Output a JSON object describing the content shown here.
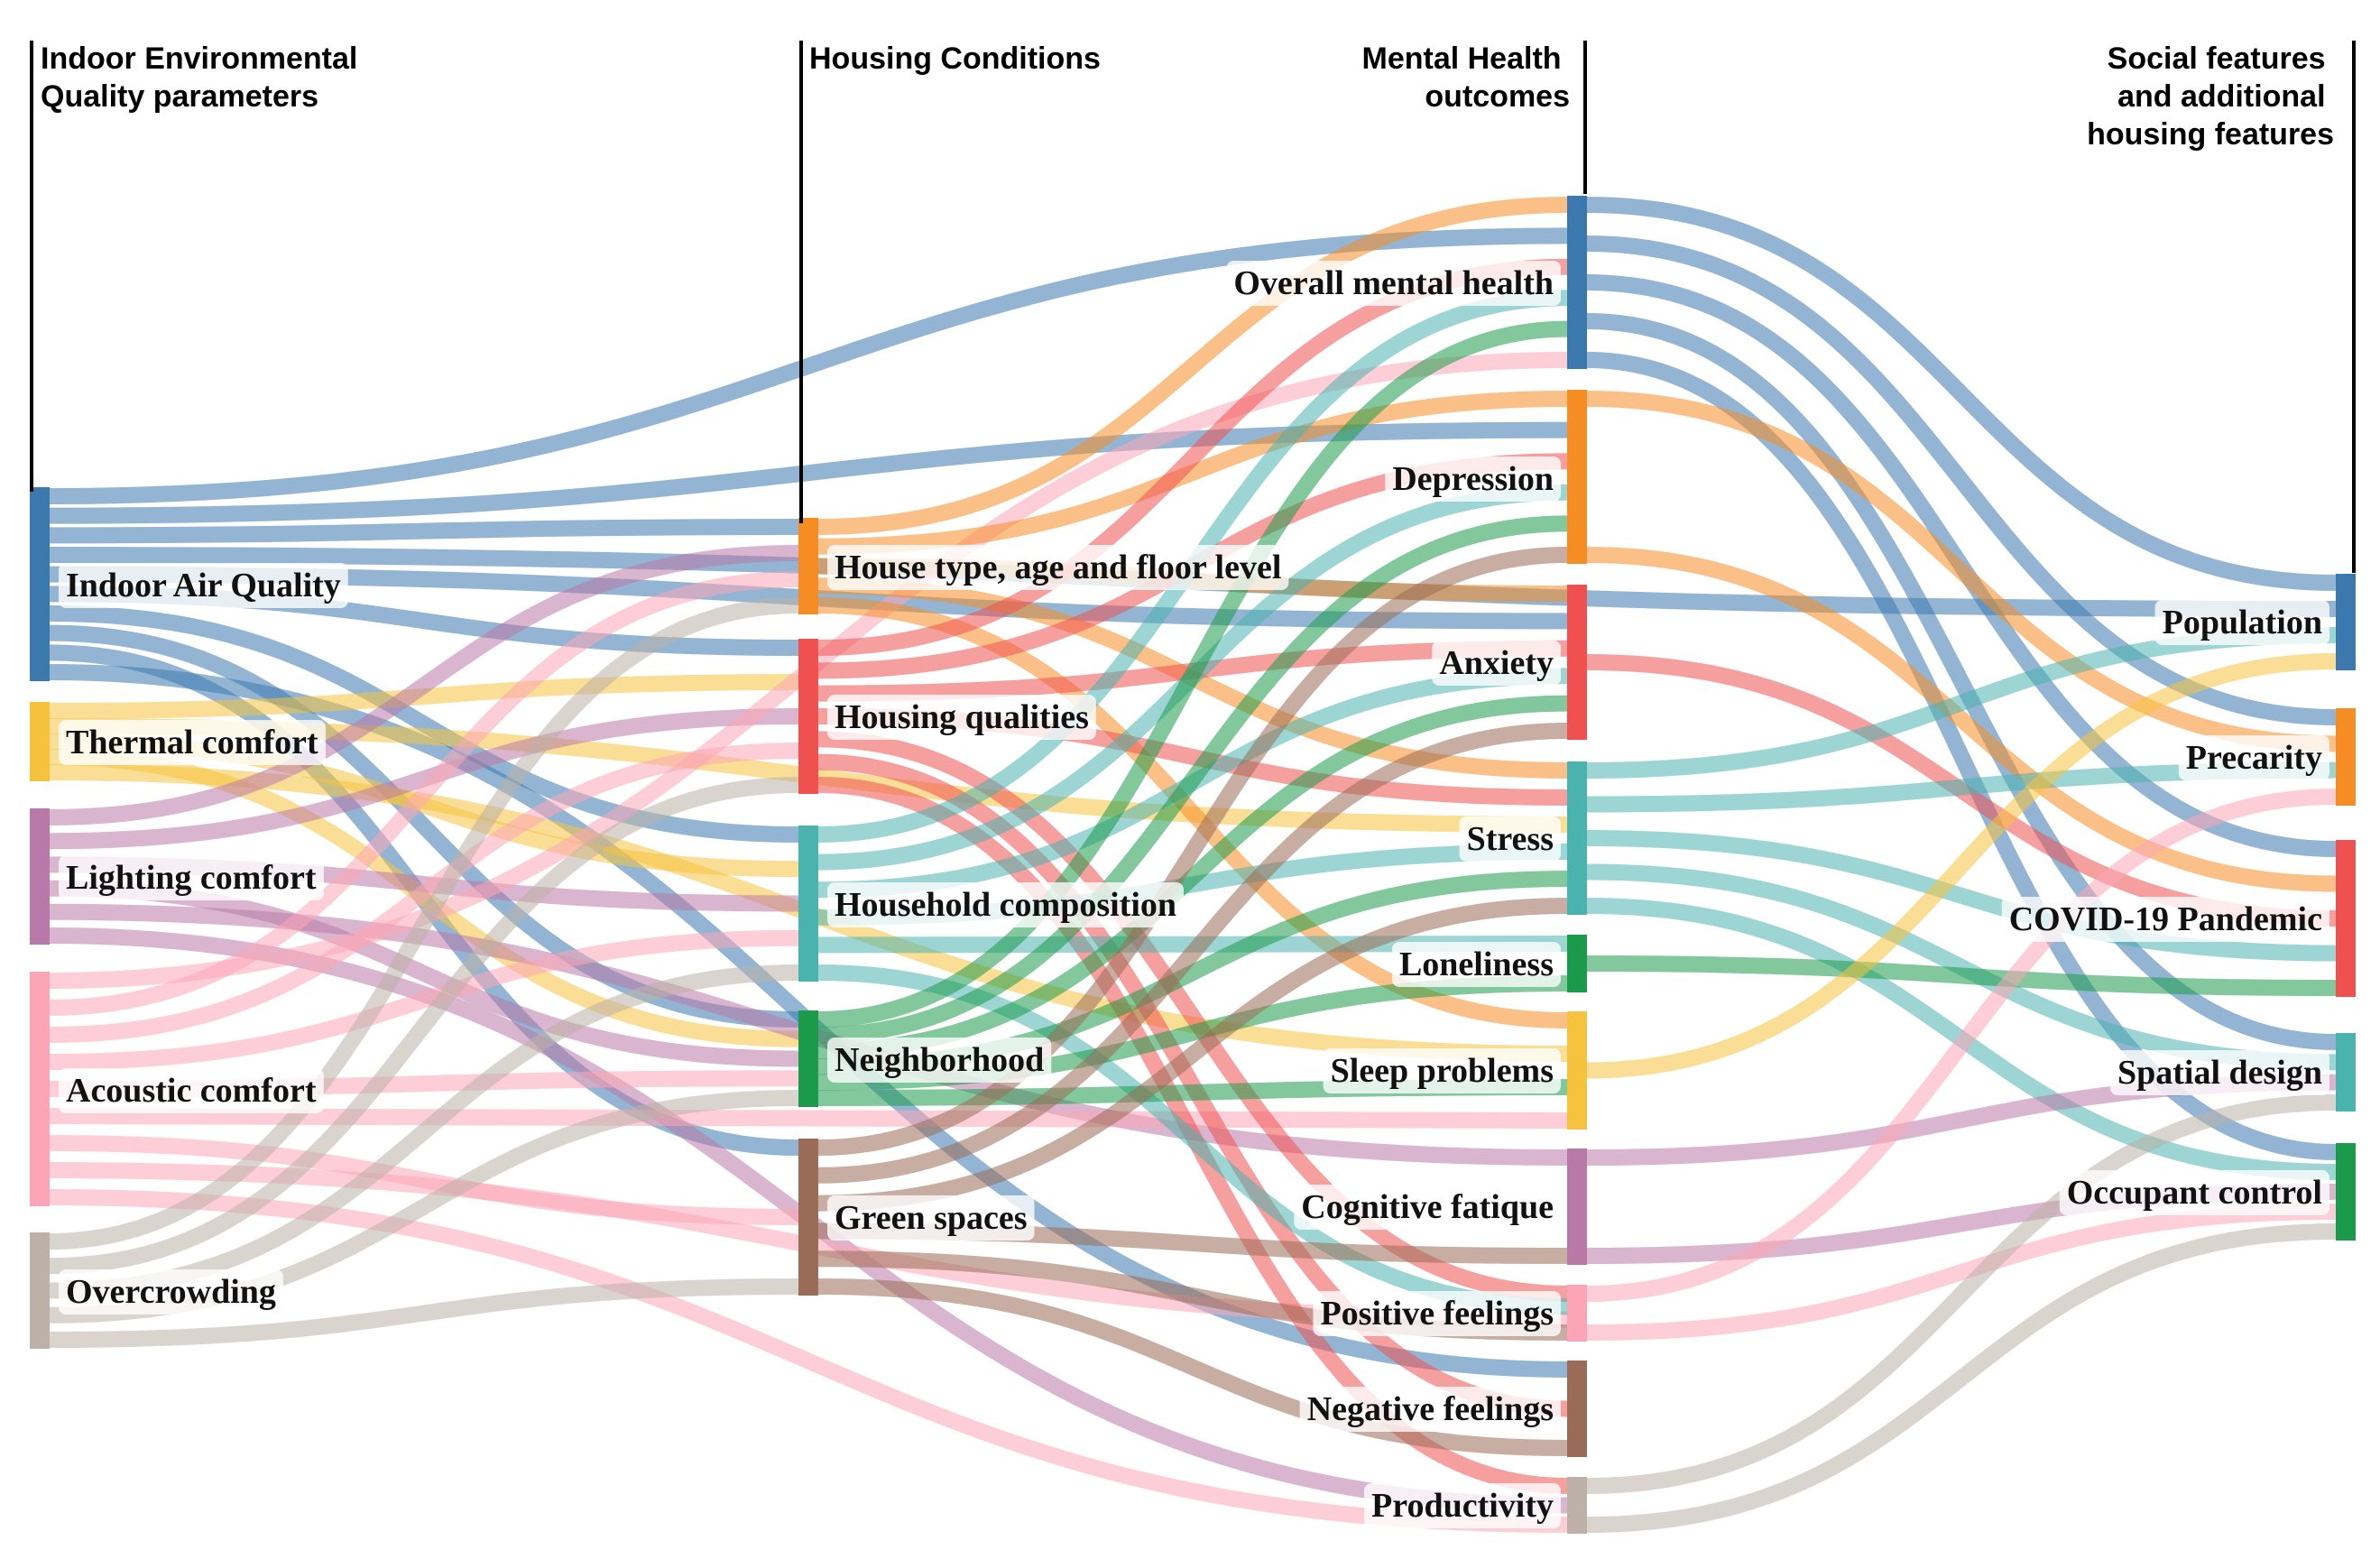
{
  "columns": [
    {
      "title_lines": [
        "Indoor Environmental",
        "Quality parameters"
      ]
    },
    {
      "title_lines": [
        "Housing Conditions"
      ]
    },
    {
      "title_lines": [
        "Mental Health",
        "outcomes"
      ]
    },
    {
      "title_lines": [
        "Social features",
        "and additional",
        "housing features"
      ]
    }
  ],
  "nodes": [
    {
      "id": "iaq",
      "label": "Indoor Air Quality",
      "col": 0,
      "color": "#3a78ae"
    },
    {
      "id": "thermal",
      "label": "Thermal comfort",
      "col": 0,
      "color": "#f6c23e"
    },
    {
      "id": "lighting",
      "label": "Lighting comfort",
      "col": 0,
      "color": "#b979a8"
    },
    {
      "id": "acoustic",
      "label": "Acoustic comfort",
      "col": 0,
      "color": "#fba5b7"
    },
    {
      "id": "overcrowding",
      "label": "Overcrowding",
      "col": 0,
      "color": "#bcb0a8"
    },
    {
      "id": "house_type",
      "label": "House type, age and floor level",
      "col": 1,
      "color": "#f68c24"
    },
    {
      "id": "housing_qual",
      "label": "Housing qualities",
      "col": 1,
      "color": "#ef5151"
    },
    {
      "id": "household",
      "label": "Household composition",
      "col": 1,
      "color": "#4bb3ae"
    },
    {
      "id": "neighborhood",
      "label": "Neighborhood",
      "col": 1,
      "color": "#1b9a4b"
    },
    {
      "id": "green",
      "label": "Green spaces",
      "col": 1,
      "color": "#9a6b56"
    },
    {
      "id": "overall_mh",
      "label": "Overall mental health",
      "col": 2,
      "color": "#3a78ae"
    },
    {
      "id": "depression",
      "label": "Depression",
      "col": 2,
      "color": "#f68c24"
    },
    {
      "id": "anxiety",
      "label": "Anxiety",
      "col": 2,
      "color": "#ef5151"
    },
    {
      "id": "stress",
      "label": "Stress",
      "col": 2,
      "color": "#4bb3ae"
    },
    {
      "id": "loneliness",
      "label": "Loneliness",
      "col": 2,
      "color": "#1b9a4b"
    },
    {
      "id": "sleep",
      "label": "Sleep problems",
      "col": 2,
      "color": "#f6c23e"
    },
    {
      "id": "cognitive",
      "label": "Cognitive fatique",
      "col": 2,
      "color": "#b979a8"
    },
    {
      "id": "positive",
      "label": "Positive feelings",
      "col": 2,
      "color": "#fba5b7"
    },
    {
      "id": "negative",
      "label": "Negative feelings",
      "col": 2,
      "color": "#9a6b56"
    },
    {
      "id": "productivity",
      "label": "Productivity",
      "col": 2,
      "color": "#bcb0a8"
    },
    {
      "id": "population",
      "label": "Population",
      "col": 3,
      "color": "#3a78ae"
    },
    {
      "id": "precarity",
      "label": "Precarity",
      "col": 3,
      "color": "#f68c24"
    },
    {
      "id": "covid",
      "label": "COVID-19 Pandemic",
      "col": 3,
      "color": "#ef5151"
    },
    {
      "id": "spatial",
      "label": "Spatial design",
      "col": 3,
      "color": "#4bb3ae"
    },
    {
      "id": "occupant",
      "label": "Occupant control",
      "col": 3,
      "color": "#1b9a4b"
    }
  ],
  "links": [
    {
      "source": "iaq",
      "target": "overall_mh"
    },
    {
      "source": "iaq",
      "target": "population"
    },
    {
      "source": "iaq",
      "target": "house_type"
    },
    {
      "source": "iaq",
      "target": "housing_qual"
    },
    {
      "source": "iaq",
      "target": "household"
    },
    {
      "source": "iaq",
      "target": "neighborhood"
    },
    {
      "source": "iaq",
      "target": "green"
    },
    {
      "source": "iaq",
      "target": "depression"
    },
    {
      "source": "iaq",
      "target": "anxiety"
    },
    {
      "source": "iaq",
      "target": "negative"
    },
    {
      "source": "thermal",
      "target": "housing_qual"
    },
    {
      "source": "thermal",
      "target": "household"
    },
    {
      "source": "thermal",
      "target": "neighborhood"
    },
    {
      "source": "thermal",
      "target": "stress"
    },
    {
      "source": "thermal",
      "target": "sleep"
    },
    {
      "source": "lighting",
      "target": "house_type"
    },
    {
      "source": "lighting",
      "target": "housing_qual"
    },
    {
      "source": "lighting",
      "target": "household"
    },
    {
      "source": "lighting",
      "target": "neighborhood"
    },
    {
      "source": "lighting",
      "target": "cognitive"
    },
    {
      "source": "lighting",
      "target": "productivity"
    },
    {
      "source": "acoustic",
      "target": "house_type"
    },
    {
      "source": "acoustic",
      "target": "housing_qual"
    },
    {
      "source": "acoustic",
      "target": "household"
    },
    {
      "source": "acoustic",
      "target": "neighborhood"
    },
    {
      "source": "acoustic",
      "target": "green"
    },
    {
      "source": "acoustic",
      "target": "overall_mh"
    },
    {
      "source": "acoustic",
      "target": "sleep"
    },
    {
      "source": "acoustic",
      "target": "positive"
    },
    {
      "source": "acoustic",
      "target": "productivity"
    },
    {
      "source": "overcrowding",
      "target": "house_type"
    },
    {
      "source": "overcrowding",
      "target": "housing_qual"
    },
    {
      "source": "overcrowding",
      "target": "household"
    },
    {
      "source": "overcrowding",
      "target": "neighborhood"
    },
    {
      "source": "overcrowding",
      "target": "green"
    },
    {
      "source": "house_type",
      "target": "overall_mh"
    },
    {
      "source": "house_type",
      "target": "depression"
    },
    {
      "source": "house_type",
      "target": "anxiety"
    },
    {
      "source": "house_type",
      "target": "stress"
    },
    {
      "source": "house_type",
      "target": "sleep"
    },
    {
      "source": "housing_qual",
      "target": "overall_mh"
    },
    {
      "source": "housing_qual",
      "target": "depression"
    },
    {
      "source": "housing_qual",
      "target": "anxiety"
    },
    {
      "source": "housing_qual",
      "target": "stress"
    },
    {
      "source": "housing_qual",
      "target": "positive"
    },
    {
      "source": "housing_qual",
      "target": "negative"
    },
    {
      "source": "housing_qual",
      "target": "productivity"
    },
    {
      "source": "household",
      "target": "overall_mh"
    },
    {
      "source": "household",
      "target": "depression"
    },
    {
      "source": "household",
      "target": "anxiety"
    },
    {
      "source": "household",
      "target": "stress"
    },
    {
      "source": "household",
      "target": "loneliness"
    },
    {
      "source": "household",
      "target": "positive"
    },
    {
      "source": "neighborhood",
      "target": "overall_mh"
    },
    {
      "source": "neighborhood",
      "target": "depression"
    },
    {
      "source": "neighborhood",
      "target": "anxiety"
    },
    {
      "source": "neighborhood",
      "target": "stress"
    },
    {
      "source": "neighborhood",
      "target": "loneliness"
    },
    {
      "source": "neighborhood",
      "target": "sleep"
    },
    {
      "source": "green",
      "target": "depression"
    },
    {
      "source": "green",
      "target": "anxiety"
    },
    {
      "source": "green",
      "target": "stress"
    },
    {
      "source": "green",
      "target": "cognitive"
    },
    {
      "source": "green",
      "target": "positive"
    },
    {
      "source": "green",
      "target": "negative"
    },
    {
      "source": "overall_mh",
      "target": "population"
    },
    {
      "source": "overall_mh",
      "target": "precarity"
    },
    {
      "source": "overall_mh",
      "target": "covid"
    },
    {
      "source": "overall_mh",
      "target": "spatial"
    },
    {
      "source": "overall_mh",
      "target": "occupant"
    },
    {
      "source": "depression",
      "target": "precarity"
    },
    {
      "source": "depression",
      "target": "covid"
    },
    {
      "source": "anxiety",
      "target": "covid"
    },
    {
      "source": "stress",
      "target": "population"
    },
    {
      "source": "stress",
      "target": "precarity"
    },
    {
      "source": "stress",
      "target": "covid"
    },
    {
      "source": "stress",
      "target": "spatial"
    },
    {
      "source": "stress",
      "target": "occupant"
    },
    {
      "source": "loneliness",
      "target": "covid"
    },
    {
      "source": "sleep",
      "target": "population"
    },
    {
      "source": "cognitive",
      "target": "spatial"
    },
    {
      "source": "cognitive",
      "target": "occupant"
    },
    {
      "source": "positive",
      "target": "precarity"
    },
    {
      "source": "positive",
      "target": "occupant"
    },
    {
      "source": "productivity",
      "target": "spatial"
    },
    {
      "source": "productivity",
      "target": "occupant"
    }
  ]
}
